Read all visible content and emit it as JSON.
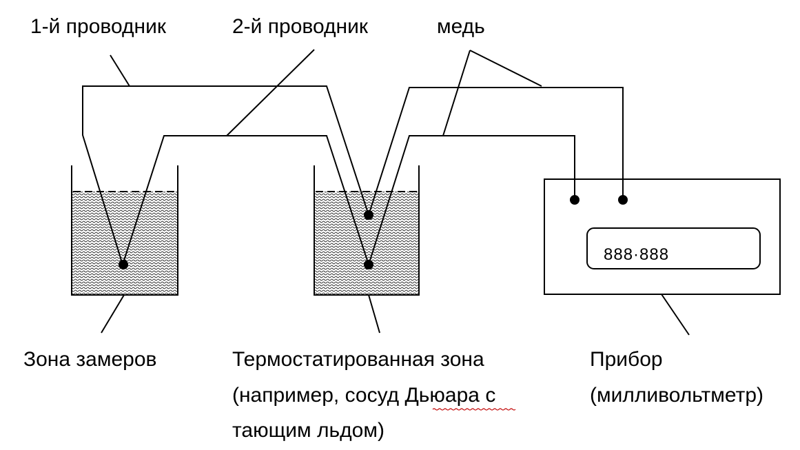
{
  "labels": {
    "conductor1": "1-й проводник",
    "conductor2": "2-й проводник",
    "copper": "медь",
    "measurement_zone": "Зона замеров",
    "thermostat_zone": {
      "line1": "Термостатированная зона",
      "line2_prefix": "(например, сосуд ",
      "line2_word": "Дьюара",
      "line2_suffix": " с",
      "line3": "тающим льдом)"
    },
    "device": {
      "line1": "Прибор",
      "line2": "(милливольтметр)"
    }
  },
  "device_display": {
    "reading": "888·888"
  }
}
